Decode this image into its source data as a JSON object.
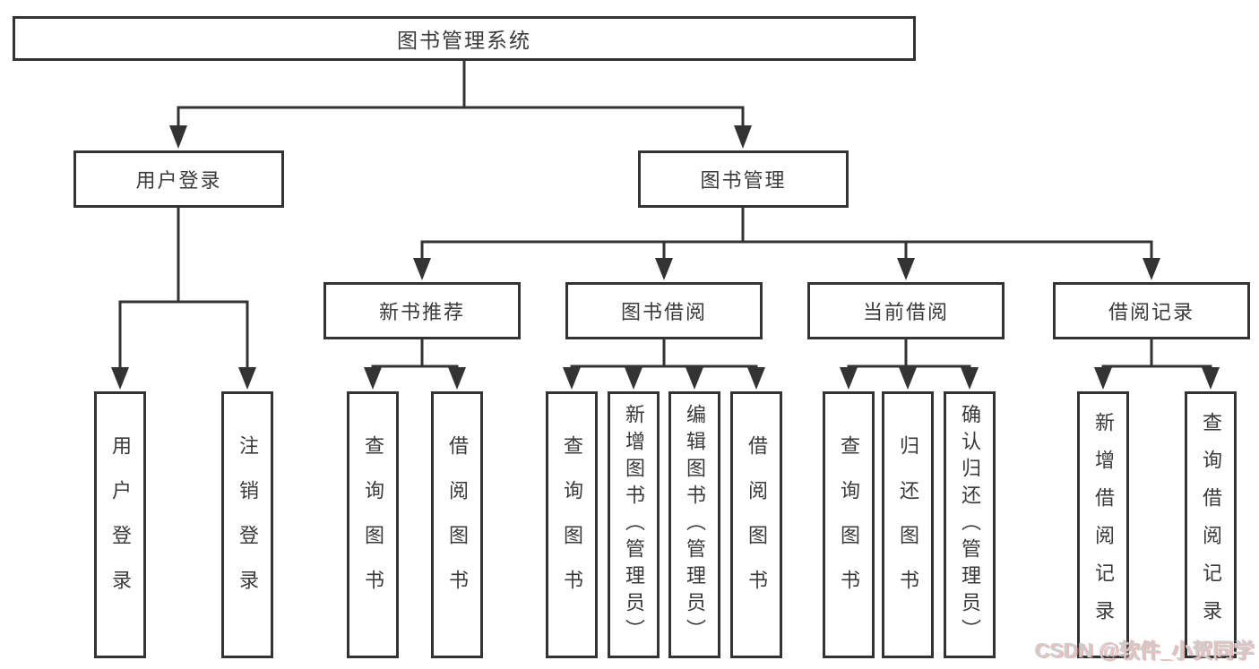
{
  "tree": {
    "root": "图书管理系统",
    "branches": [
      {
        "label": "用户登录",
        "children": [
          "用户登录",
          "注销登录"
        ]
      },
      {
        "label": "图书管理",
        "sections": [
          {
            "label": "新书推荐",
            "children": [
              "查询图书",
              "借阅图书"
            ]
          },
          {
            "label": "图书借阅",
            "children": [
              "查询图书",
              "新增图书（管理员）",
              "编辑图书（管理员）",
              "借阅图书"
            ]
          },
          {
            "label": "当前借阅",
            "children": [
              "查询图书",
              "归还图书",
              "确认归还（管理员）"
            ]
          },
          {
            "label": "借阅记录",
            "children": [
              "新增借阅记录",
              "查询借阅记录"
            ]
          }
        ]
      }
    ]
  },
  "watermark": "CSDN @软件_小贺同学",
  "colors": {
    "line": "#333333",
    "text": "#3a3a3a",
    "background": "#ffffff",
    "watermark": "#cdcdcd",
    "watermark_shadow": "#eb7878"
  }
}
